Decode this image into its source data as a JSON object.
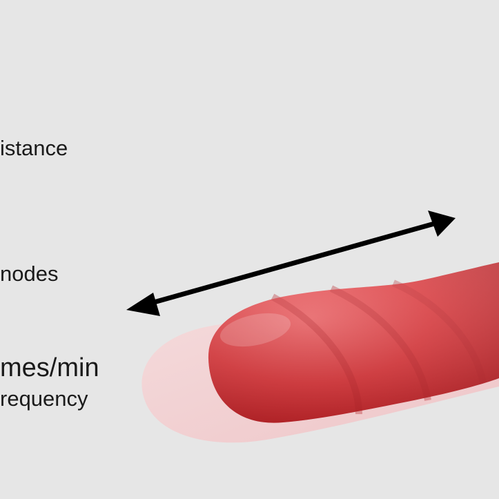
{
  "labels": {
    "distance": "istance",
    "modes": "nodes",
    "times_per_min": "mes/min",
    "frequency": "requency"
  },
  "colors": {
    "background": "#e6e6e6",
    "text": "#1a1a1a",
    "arrow": "#000000",
    "product_red": "#d93a3d",
    "product_ghost": "#f2c4c6"
  },
  "icons": {
    "arrow": "double-headed-arrow-icon"
  }
}
